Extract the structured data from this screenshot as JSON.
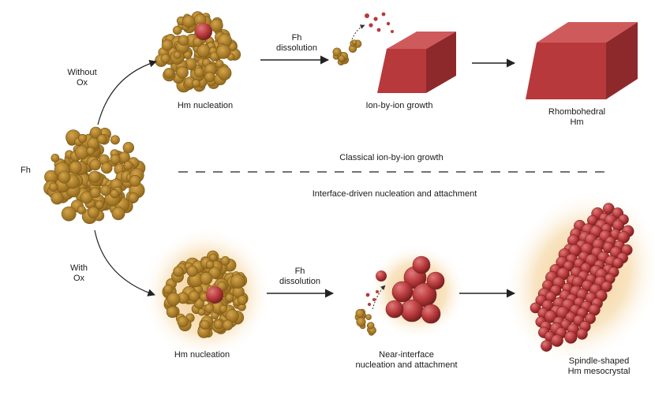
{
  "labels": {
    "fh": "Fh",
    "without_ox_1": "Without",
    "without_ox_2": "Ox",
    "with_ox_1": "With",
    "with_ox_2": "Ox",
    "top_hm_nucleation": "Hm nucleation",
    "top_fh_dissolution_1": "Fh",
    "top_fh_dissolution_2": "dissolution",
    "ion_by_ion_growth": "Ion-by-ion growth",
    "rhombohedral_1": "Rhombohedral",
    "rhombohedral_2": "Hm",
    "classical_growth": "Classical ion-by-ion growth",
    "interface_driven": "Interface-driven nucleation and attachment",
    "bottom_fh_dissolution_1": "Fh",
    "bottom_fh_dissolution_2": "dissolution",
    "bottom_hm_nucleation": "Hm nucleation",
    "near_interface_1": "Near-interface",
    "near_interface_2": "nucleation and attachment",
    "spindle_1": "Spindle-shaped",
    "spindle_2": "Hm mesocrystal"
  },
  "colors": {
    "ferrihydrite": "#b8862a",
    "ferrihydrite_dark": "#7d5a17",
    "hematite": "#b8393c",
    "hematite_dark": "#7e2224",
    "glow": "#f2c98a",
    "arrow": "#222222"
  }
}
